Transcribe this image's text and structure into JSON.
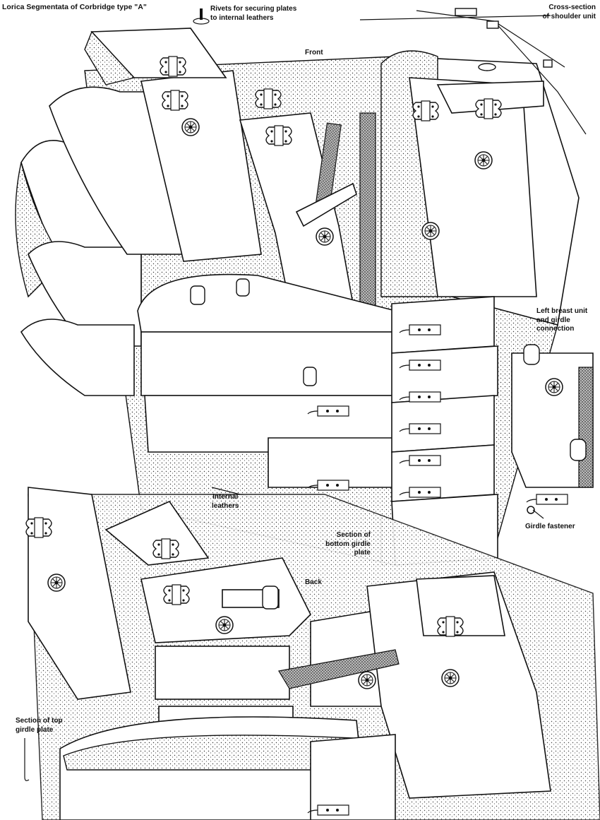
{
  "title": "Lorica Segmentata of Corbridge type \"A\"",
  "labels": {
    "rivets": [
      "Rivets for securing plates",
      "to internal leathers"
    ],
    "cross_section": [
      "Cross-section",
      "of shoulder unit"
    ],
    "front": "Front",
    "back": "Back",
    "left_breast": [
      "Left breast unit",
      "and girdle",
      "connection"
    ],
    "internal_leathers": [
      "Internal",
      "leathers"
    ],
    "section_bottom": [
      "Section of",
      "bottom girdle",
      "plate"
    ],
    "girdle_fastener": "Girdle fastener",
    "section_top": [
      "Section of top",
      "girdle plate"
    ]
  }
}
